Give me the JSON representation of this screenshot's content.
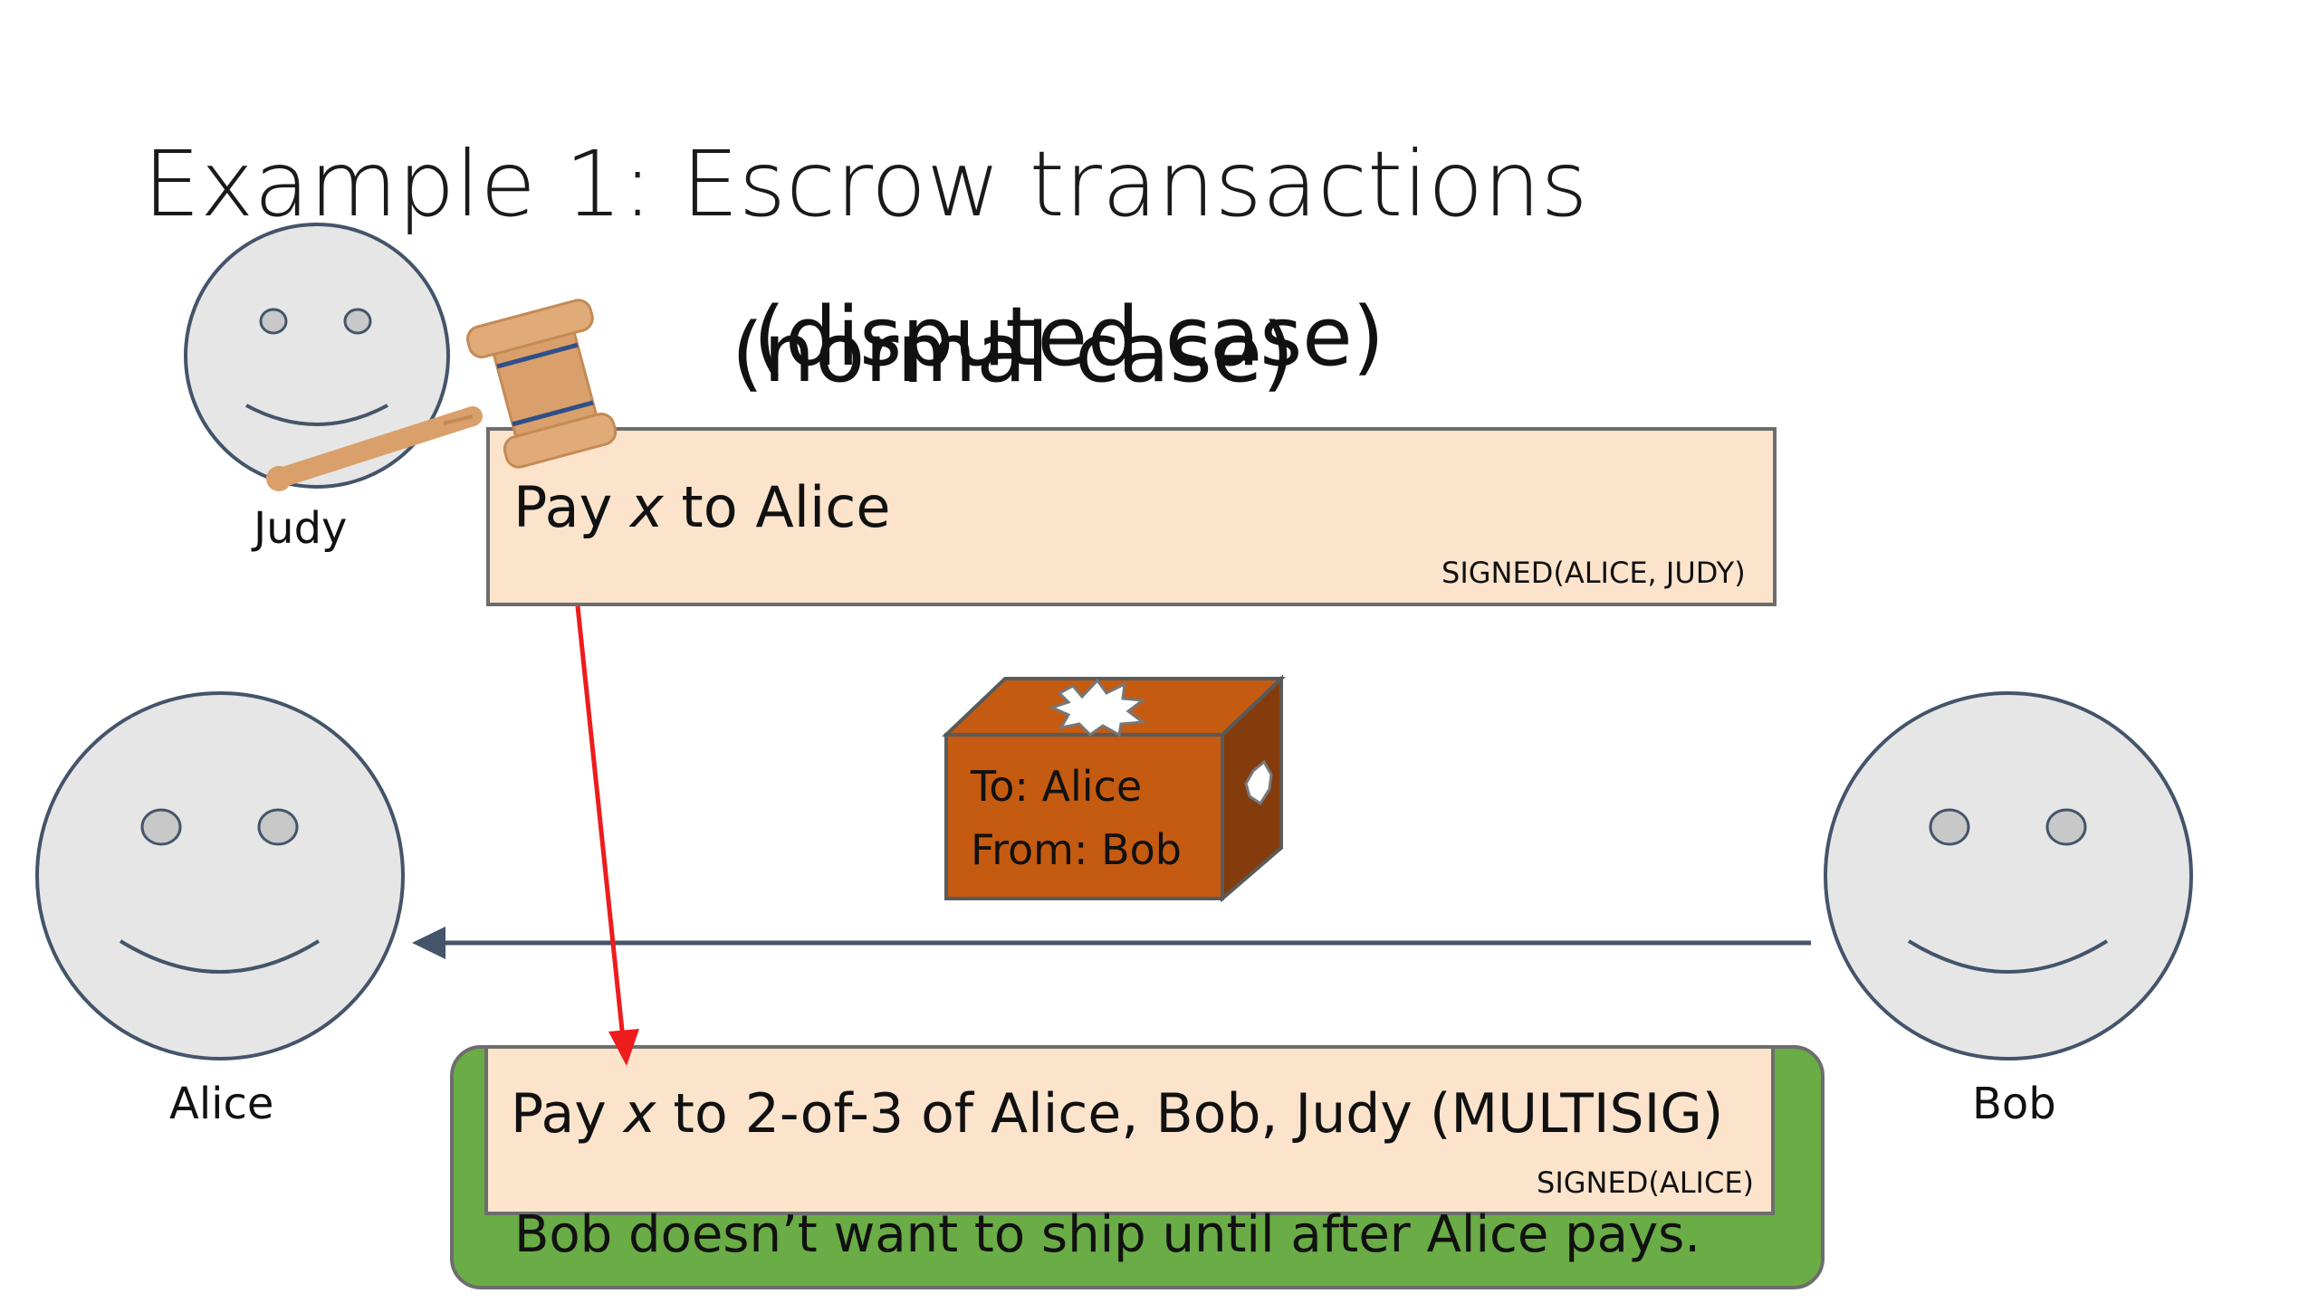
{
  "slide": {
    "title": "Example 1: Escrow transactions",
    "subtitle_normal": "(normal case)",
    "subtitle_disputed": "(disputed case)"
  },
  "people": {
    "judy": {
      "label": "Judy"
    },
    "alice": {
      "label": "Alice"
    },
    "bob": {
      "label": "Bob"
    }
  },
  "transactions": {
    "judy_tx": {
      "pre": "Pay ",
      "var": "x",
      "post": " to Alice",
      "signature": "SIGNED(ALICE, JUDY)"
    },
    "multisig_tx": {
      "pre": "Pay ",
      "var": "x",
      "post": " to 2-of-3 of Alice, Bob, Judy (MULTISIG)",
      "signature": "SIGNED(ALICE)"
    }
  },
  "package": {
    "to_line": "To: Alice",
    "from_line": "From: Bob"
  },
  "note": {
    "text": "Bob doesn’t want to ship until after Alice pays."
  },
  "colors": {
    "face_fill": "#e6e6e6",
    "face_stroke": "#44546a",
    "tx_fill": "#fce4cc",
    "green": "#6aac45",
    "arrow_red": "#ee1c1c",
    "arrow_blue": "#44546a",
    "box_brown": "#c55a11",
    "box_dark": "#843c0c",
    "gavel": "#d9a06b"
  },
  "icons": [
    "judy-face-icon",
    "alice-face-icon",
    "bob-face-icon",
    "gavel-icon",
    "package-box-icon"
  ]
}
